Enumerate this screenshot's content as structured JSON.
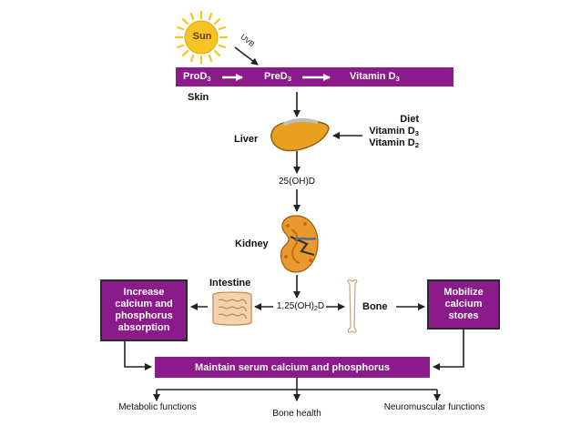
{
  "sun": {
    "label": "Sun",
    "ray_label": "UVB"
  },
  "skin_bar": {
    "prod3": {
      "base": "ProD",
      "sub": "3"
    },
    "pred3": {
      "base": "PreD",
      "sub": "3"
    },
    "vitd3": {
      "base": "Vitamin D",
      "sub": "3"
    }
  },
  "labels": {
    "skin": "Skin",
    "liver": "Liver",
    "metabolite_25ohd": "25(OH)D",
    "kidney": "Kidney",
    "intestine": "Intestine",
    "bone": "Bone",
    "metabolite_125": {
      "p1": "1,25(OH)",
      "s1": "2",
      "p2": "D"
    }
  },
  "diet": {
    "title": "Diet",
    "vit_d3": {
      "base": "Vitamin D",
      "sub": "3"
    },
    "vit_d2": {
      "base": "Vitamin D",
      "sub": "2"
    }
  },
  "boxes": {
    "increase": {
      "line1": "Increase",
      "line2": "calcium and",
      "line3": "phosphorus",
      "line4": "absorption"
    },
    "mobilize": {
      "line1": "Mobilize",
      "line2": "calcium",
      "line3": "stores"
    },
    "maintain": "Maintain serum calcium and phosphorus"
  },
  "outcomes": {
    "metabolic": "Metabolic functions",
    "bone_health": "Bone health",
    "neuromuscular": "Neuromuscular functions"
  },
  "colors": {
    "purple": "#8b1a8b",
    "sun": "#f5c518",
    "liver": "#e8a020",
    "kidney": "#e89a2c",
    "intestine": "#f2c49a"
  }
}
